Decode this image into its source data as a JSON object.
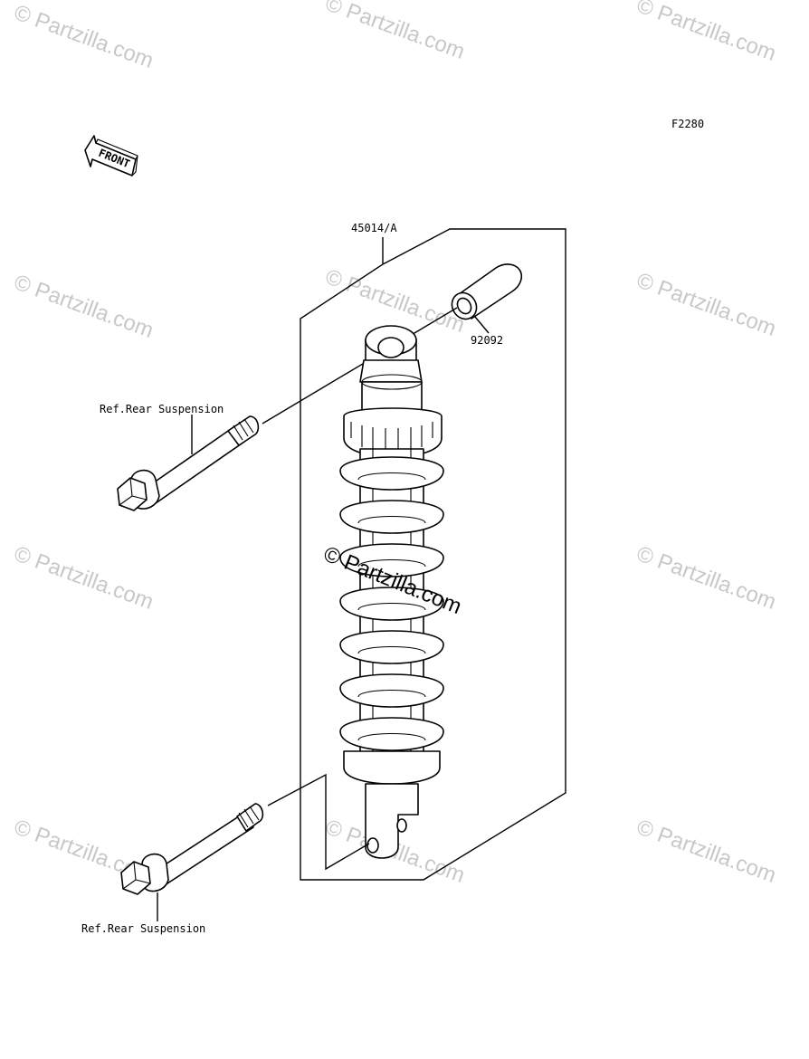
{
  "diagram": {
    "figure_code": "F2280",
    "front_arrow_label": "FRONT",
    "callouts": {
      "shock_absorber": "45014/A",
      "collar": "92092",
      "bolt_upper": "Ref.Rear Suspension",
      "bolt_lower": "Ref.Rear Suspension"
    }
  },
  "watermark": {
    "text": "© Partzilla.com",
    "center_text": "© Partzilla.com"
  }
}
